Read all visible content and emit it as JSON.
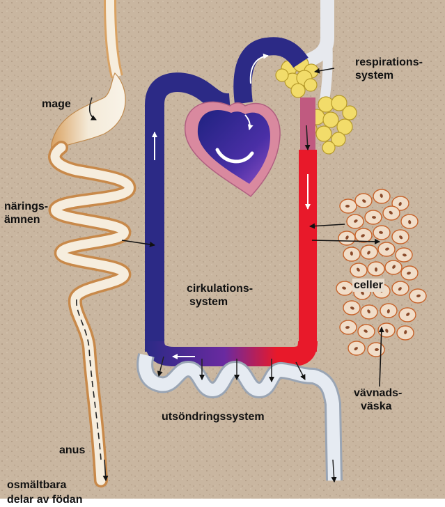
{
  "labels": {
    "stomach": "mage",
    "nutrients": [
      "närings-",
      "ämnen"
    ],
    "respiratory": [
      "respirations-",
      "system"
    ],
    "circulatory": [
      "cirkulations-",
      "system"
    ],
    "cells": "celler",
    "tissue_fluid": [
      "vävnads-",
      "väska"
    ],
    "excretory": "utsöndringssystem",
    "anus": "anus",
    "indigestible": [
      "osmältbara",
      "delar av födan"
    ]
  },
  "colors": {
    "background": "#c9b6a0",
    "venous_blood": "#2c2a86",
    "arterial_blood": "#e8192a",
    "heart_outer": "#d9899f",
    "gut": "#f4ead8",
    "gut_shade": "#d9a263",
    "lungs": "#f2dc6a",
    "cells": "#f1ddc8",
    "cell_border": "#c7642c",
    "excretory": "#dfe5ee"
  }
}
